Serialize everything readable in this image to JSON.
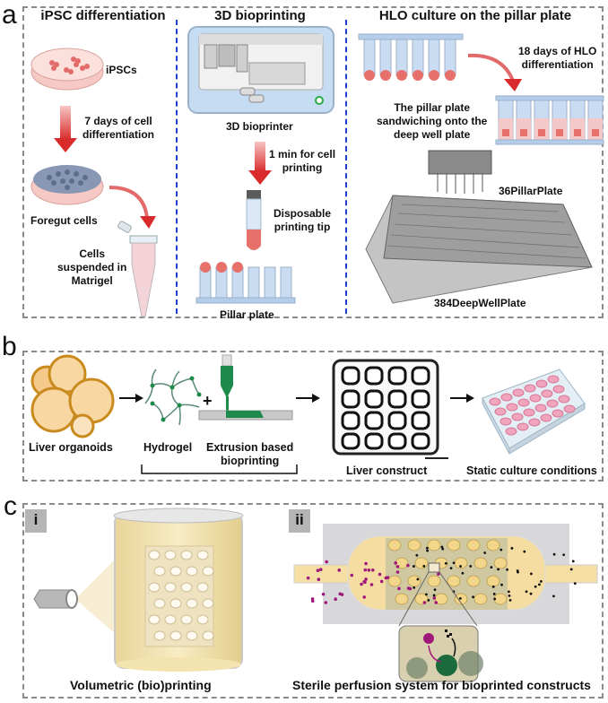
{
  "panels": {
    "a": {
      "letter": "a",
      "sections": [
        {
          "title": "iPSC differentiation"
        },
        {
          "title": "3D bioprinting"
        },
        {
          "title": "HLO culture on the pillar plate"
        }
      ],
      "labels": {
        "ipscs": "iPSCs",
        "step1_line1": "7 days of cell",
        "step1_line2": "differentiation",
        "foregut": "Foregut cells",
        "cells_line1": "Cells",
        "cells_line2": "suspended in",
        "cells_line3": "Matrigel",
        "bioprinter": "3D bioprinter",
        "print_line1": "1 min for cell",
        "print_line2": "printing",
        "tip_line1": "Disposable",
        "tip_line2": "printing tip",
        "pillar_plate": "Pillar plate",
        "hlo_line1": "18 days of HLO",
        "hlo_line2": "differentiation",
        "sandwich_line1": "The pillar plate",
        "sandwich_line2": "sandwiching onto the",
        "sandwich_line3": "deep well plate",
        "pillar36": "36PillarPlate",
        "deep384": "384DeepWellPlate"
      }
    },
    "b": {
      "letter": "b",
      "labels": {
        "liver_organoids": "Liver organoids",
        "hydrogel": "Hydrogel",
        "plus": "+",
        "extrusion_line1": "Extrusion based",
        "extrusion_line2": "bioprinting",
        "liver_construct": "Liver construct",
        "static_culture": "Static culture conditions"
      }
    },
    "c": {
      "letter": "c",
      "sub": [
        {
          "tag": "i",
          "caption": "Volumetric (bio)printing"
        },
        {
          "tag": "ii",
          "caption": "Sterile perfusion system for bioprinted constructs"
        }
      ]
    }
  },
  "colors": {
    "dash_gray": "#8a8a8a",
    "divider_blue": "#1f3fd1",
    "arrow_red": "#d92b2b",
    "dish_pink": "#f6c9c4",
    "pillar_blue": "#bcd3ee",
    "organoid_orange": "#e8a93a",
    "hydrogel_green": "#1e8a4c",
    "medium_yellow": "#f3dca0",
    "magenta_dot": "#a0187a",
    "plate_pink": "#e8739a"
  }
}
